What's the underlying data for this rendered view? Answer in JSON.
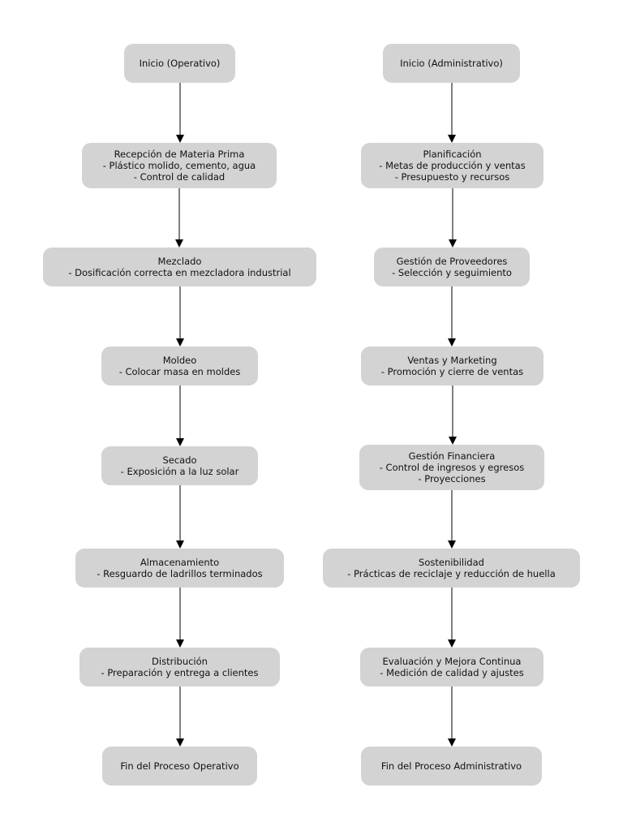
{
  "colors": {
    "node_fill": "#d3d3d3",
    "edge": "#000000",
    "background": "#ffffff"
  },
  "flows": [
    {
      "id": "operativo",
      "nodes": [
        {
          "id": "inicio-operativo",
          "lines": [
            "Inicio (Operativo)"
          ]
        },
        {
          "id": "recepcion",
          "lines": [
            "Recepción de Materia Prima",
            "- Plástico molido, cemento, agua",
            "- Control de calidad"
          ]
        },
        {
          "id": "mezclado",
          "lines": [
            "Mezclado",
            "- Dosificación correcta en mezcladora industrial"
          ]
        },
        {
          "id": "moldeo",
          "lines": [
            "Moldeo",
            "- Colocar masa en moldes"
          ]
        },
        {
          "id": "secado",
          "lines": [
            "Secado",
            "- Exposición a la luz solar"
          ]
        },
        {
          "id": "almacenamiento",
          "lines": [
            "Almacenamiento",
            "- Resguardo de ladrillos terminados"
          ]
        },
        {
          "id": "distribucion",
          "lines": [
            "Distribución",
            "- Preparación y entrega a clientes"
          ]
        },
        {
          "id": "fin-operativo",
          "lines": [
            "Fin del Proceso Operativo"
          ]
        }
      ]
    },
    {
      "id": "administrativo",
      "nodes": [
        {
          "id": "inicio-administrativo",
          "lines": [
            "Inicio (Administrativo)"
          ]
        },
        {
          "id": "planificacion",
          "lines": [
            "Planificación",
            "- Metas de producción y ventas",
            "- Presupuesto y recursos"
          ]
        },
        {
          "id": "proveedores",
          "lines": [
            "Gestión de Proveedores",
            "- Selección y seguimiento"
          ]
        },
        {
          "id": "ventas",
          "lines": [
            "Ventas y Marketing",
            "- Promoción y cierre de ventas"
          ]
        },
        {
          "id": "financiera",
          "lines": [
            "Gestión Financiera",
            "- Control de ingresos y egresos",
            "- Proyecciones"
          ]
        },
        {
          "id": "sostenibilidad",
          "lines": [
            "Sostenibilidad",
            "- Prácticas de reciclaje y reducción de huella"
          ]
        },
        {
          "id": "evaluacion",
          "lines": [
            "Evaluación y Mejora Continua",
            "- Medición de calidad y ajustes"
          ]
        },
        {
          "id": "fin-administrativo",
          "lines": [
            "Fin del Proceso Administrativo"
          ]
        }
      ]
    }
  ]
}
